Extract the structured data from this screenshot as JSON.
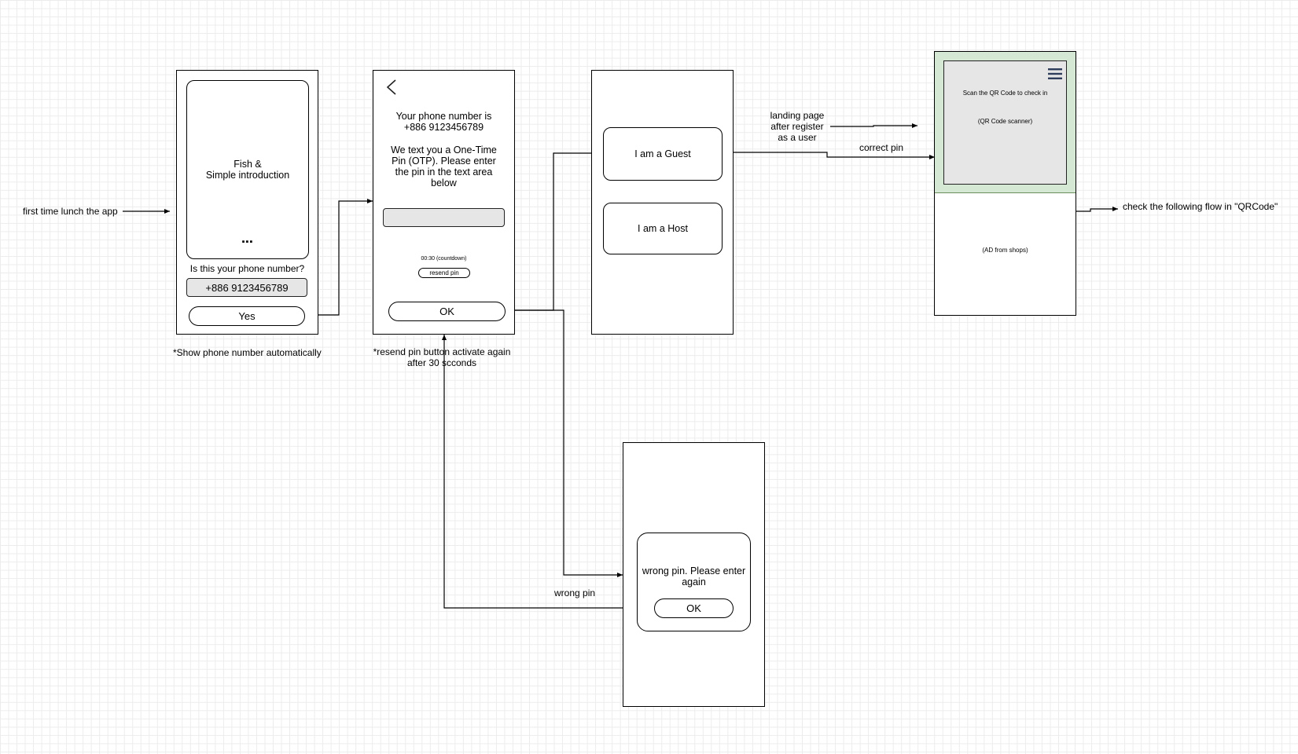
{
  "annotations": {
    "first_launch": "first time lunch the app",
    "show_phone_note": "*Show phone number automatically",
    "resend_note": "*resend pin button activate again\nafter 30 scconds",
    "landing_page": "landing page\nafter register\nas a user",
    "correct_pin": "correct pin",
    "wrong_pin": "wrong pin",
    "check_flow": "check the following flow in \"QRCode\""
  },
  "screen_intro": {
    "card_text": "Fish &\nSimple introduction",
    "dots": "▪▪▪",
    "question": "Is this your phone number?",
    "phone_value": "+886 9123456789",
    "yes_label": "Yes"
  },
  "screen_otp": {
    "back_icon": "chevron-left-icon",
    "phone_line": "Your phone number is\n+886 9123456789",
    "instructions": "We text you a One-Time\nPin (OTP). Please enter\nthe pin in the text area\nbelow",
    "pin_value": "",
    "countdown": "00:30 (countdown)",
    "resend_label": "resend pin",
    "ok_label": "OK"
  },
  "screen_role": {
    "guest_label": "I am a Guest",
    "host_label": "I am a Host"
  },
  "screen_landing": {
    "menu_icon": "hamburger-menu-icon",
    "scan_text": "Scan the QR Code to check in",
    "scanner_text": "(QR Code scanner)",
    "ad_text": "(AD from shops)",
    "colors": {
      "header_bg": "#d5e8d4",
      "scanner_bg": "#e6e6e6",
      "menu_icon": "#2f3d5c"
    }
  },
  "screen_wrong_pin": {
    "message": "wrong pin. Please enter\nagain",
    "ok_label": "OK"
  }
}
